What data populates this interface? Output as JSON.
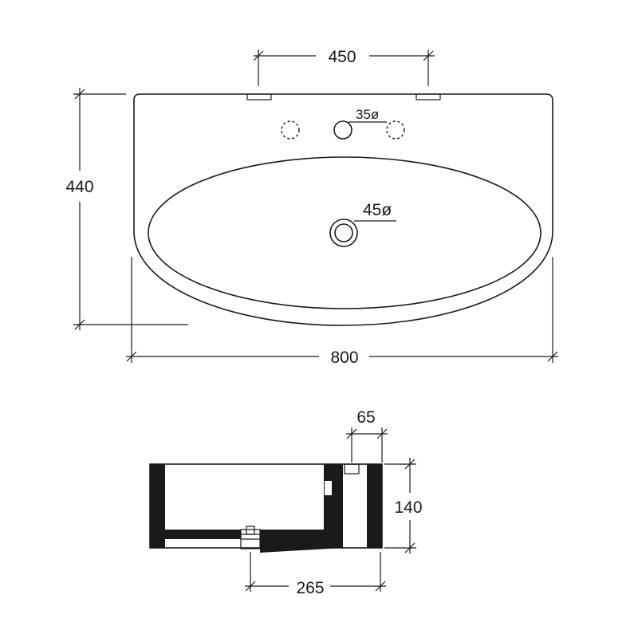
{
  "top_view": {
    "dim_tap_spacing": "450",
    "dim_depth": "440",
    "dim_width": "800",
    "dim_tap_hole": "35ø",
    "dim_drain_hole": "45ø"
  },
  "side_view": {
    "dim_rim": "65",
    "dim_height": "140",
    "dim_drain_offset": "265"
  }
}
